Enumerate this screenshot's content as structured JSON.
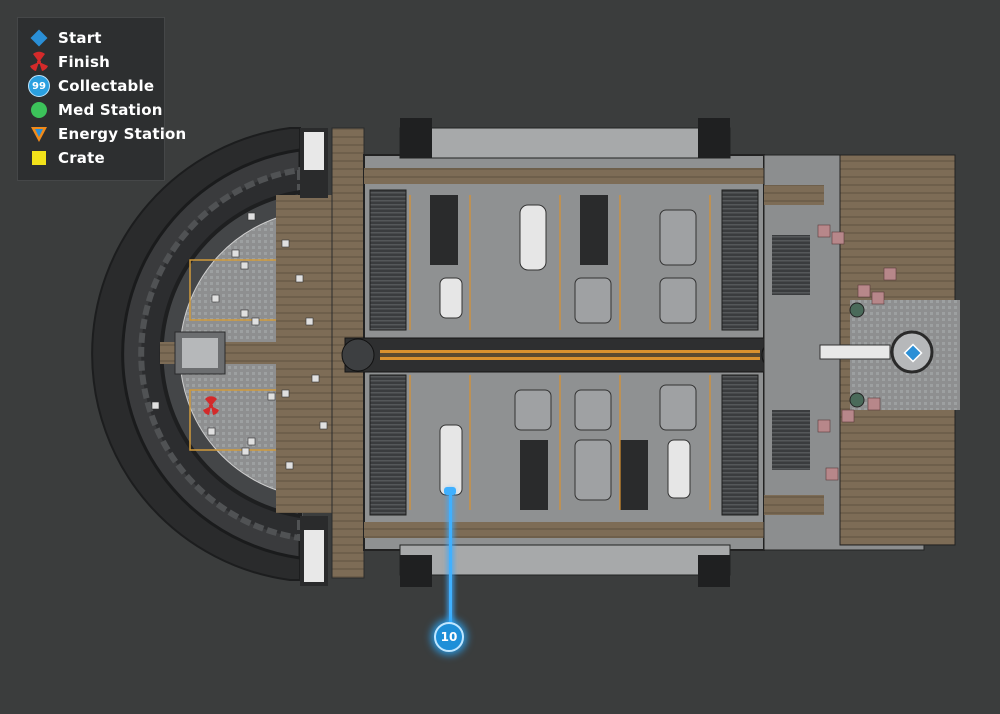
{
  "legend": {
    "items": [
      {
        "label": "Start",
        "icon": "start-diamond-icon",
        "color": "#2a8fd6"
      },
      {
        "label": "Finish",
        "icon": "finish-radiation-icon",
        "color": "#d42a2a"
      },
      {
        "label": "Collectable",
        "icon": "collectable-badge-icon",
        "color": "#2aa0e0",
        "badge_text": "99"
      },
      {
        "label": "Med Station",
        "icon": "med-station-circle-icon",
        "color": "#3cc25a"
      },
      {
        "label": "Energy Station",
        "icon": "energy-station-triangle-icon",
        "color": "#f08a1a"
      },
      {
        "label": "Crate",
        "icon": "crate-square-icon",
        "color": "#f2e21a"
      }
    ]
  },
  "markers": {
    "collectable_callout": {
      "label": "10",
      "color": "#1e8fd8"
    },
    "start": {
      "color": "#2a8fd6"
    },
    "finish": {
      "color": "#d42a2a"
    }
  },
  "colors": {
    "background": "#3b3d3d",
    "floor": "#9a9c9d",
    "walkway": "#7a6a55",
    "hull": "#2a2b2c",
    "accent_orange": "#e08a2a"
  }
}
